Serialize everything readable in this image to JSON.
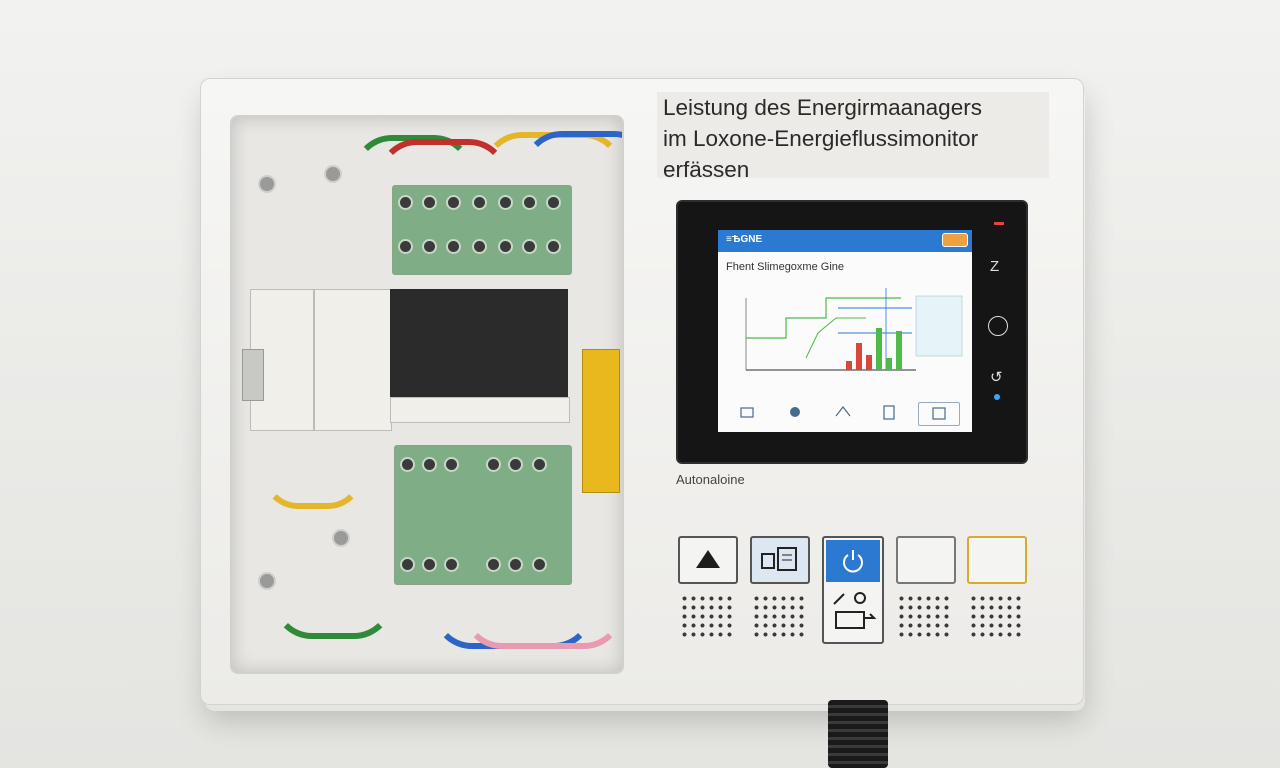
{
  "heading": {
    "line1": "Leistung des Energirmaanagers",
    "line2": "im Loxone-Energieflussimonitor",
    "line3": "erfässen"
  },
  "screen": {
    "topbar_label": "≡ѢGNE",
    "title": "Fhent Slimegoxme Gine",
    "bars": [
      0.15,
      0.45,
      0.25,
      0.7,
      0.2,
      0.65
    ],
    "bar_colors": [
      "#d9463a",
      "#d9463a",
      "#d9463a",
      "#4dbb4a",
      "#4dbb4a",
      "#4dbb4a"
    ]
  },
  "caption": "Autonaloine",
  "colors": {
    "accent_blue": "#2b79d0",
    "screen_frame": "#151515",
    "active_button": "#2b79d0",
    "badge_yellow": "#e8b81c"
  },
  "icons": {
    "panel_buttons": [
      "triangle-up-icon",
      "document-icon",
      "power-icon",
      "blank",
      "blank"
    ],
    "side_buttons": [
      "z-icon",
      "circle-icon",
      "refresh-icon"
    ]
  }
}
